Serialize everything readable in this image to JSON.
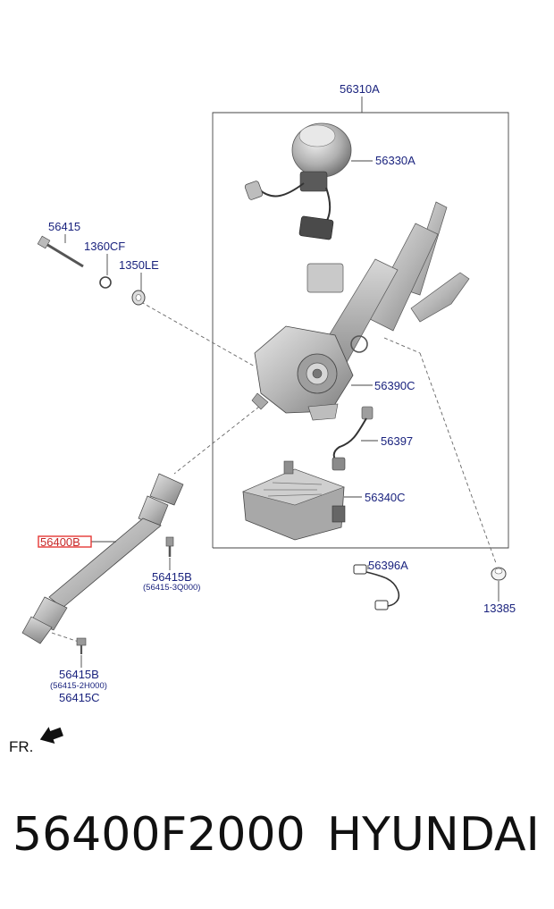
{
  "diagram": {
    "callouts": {
      "c56310A": "56310A",
      "c56330A": "56330A",
      "c56415": "56415",
      "c1360CF": "1360CF",
      "c1350LE": "1350LE",
      "c56390C": "56390C",
      "c56397": "56397",
      "c56340C": "56340C",
      "c56400B": "56400B",
      "c56415B_top": "56415B",
      "c56415_3Q000": "(56415-3Q000)",
      "c56396A": "56396A",
      "c13385": "13385",
      "c56415B_bottom": "56415B",
      "c56415_2H000": "(56415-2H000)",
      "c56415C": "56415C"
    },
    "front_indicator": "FR.",
    "highlight_color": "#e53935",
    "label_color": "#1a237e"
  },
  "footer": {
    "part_number": "56400F2000",
    "brand": "HYUNDAI"
  }
}
